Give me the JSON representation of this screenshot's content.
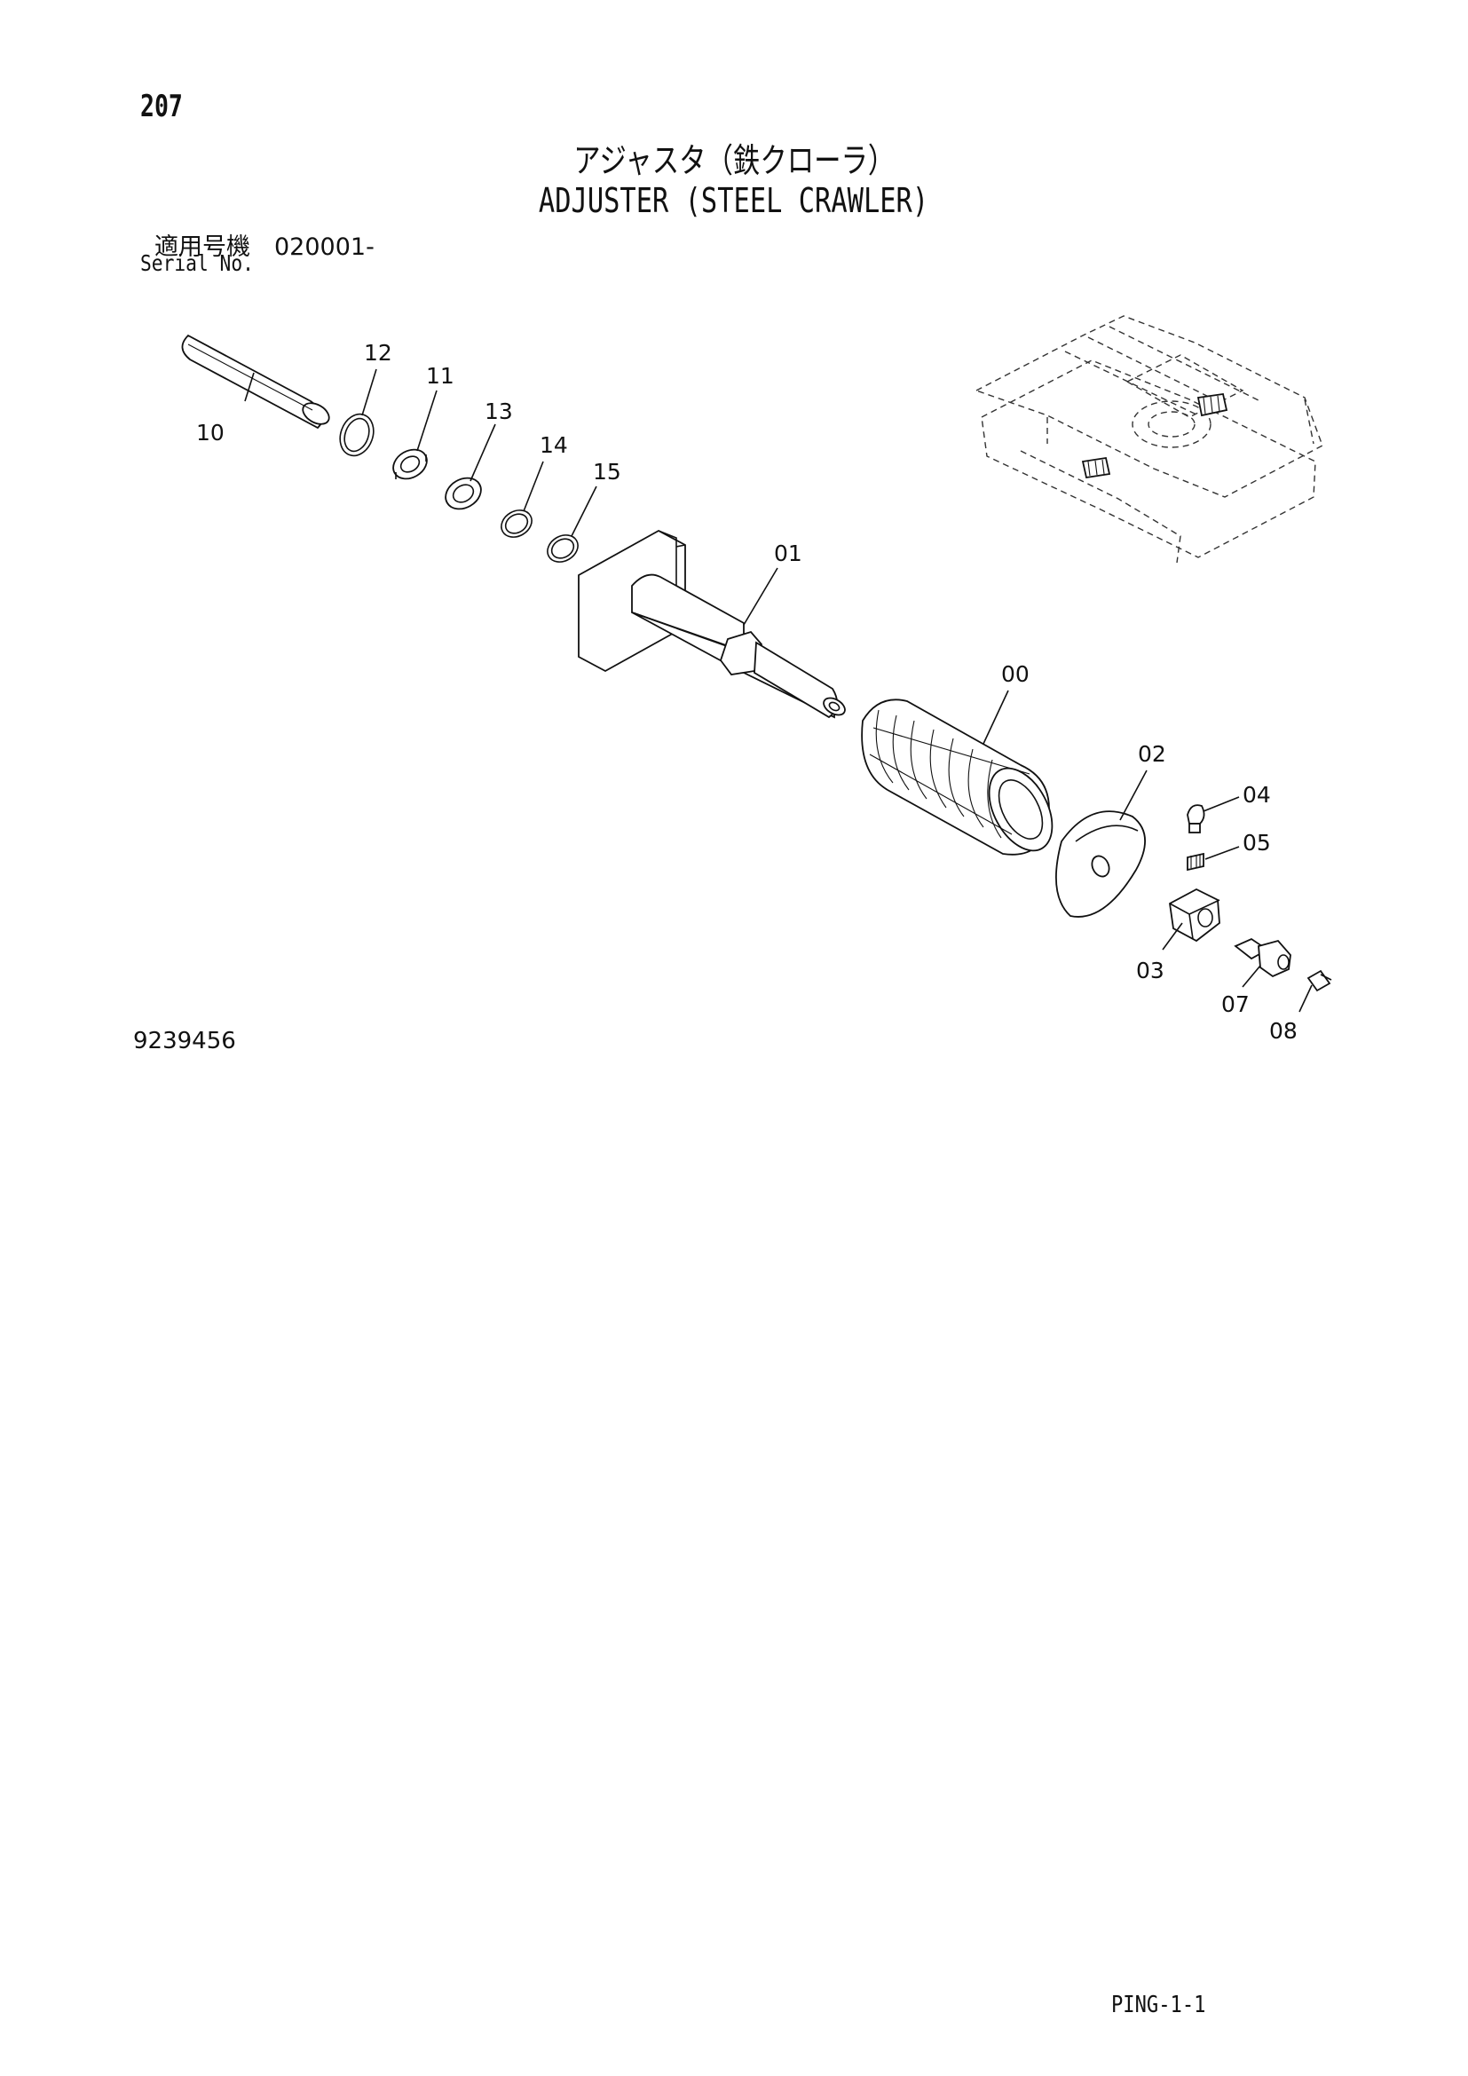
{
  "header": {
    "page_number": "207",
    "title_ja": "アジャスタ（鉄クローラ）",
    "title_en": "ADJUSTER (STEEL CRAWLER)",
    "serial_ja": "適用号機　020001-",
    "serial_en": "Serial No."
  },
  "parts": {
    "p00": "00",
    "p01": "01",
    "p02": "02",
    "p03": "03",
    "p04": "04",
    "p05": "05",
    "p07": "07",
    "p08": "08",
    "p10": "10",
    "p11": "11",
    "p12": "12",
    "p13": "13",
    "p14": "14",
    "p15": "15"
  },
  "footer": {
    "drawing_number": "9239456",
    "page_code": "PING-1-1"
  }
}
